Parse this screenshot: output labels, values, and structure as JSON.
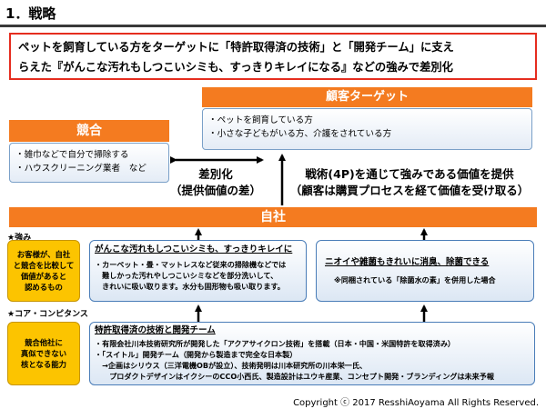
{
  "heading": "1．戦略",
  "summary": {
    "line1": "ペットを飼育している方をターゲットに「特許取得済の技術」と「開発チーム」に支え",
    "line2": "らえた『がんこな汚れもしつこいシミも、すっきりキレイになる』などの強みで差別化"
  },
  "target": {
    "title": "顧客ターゲット",
    "items": [
      "・ペットを飼育している方",
      "・小さな子どもがいる方、介護をされている方"
    ]
  },
  "competition": {
    "title": "競合",
    "items": [
      "・雑巾などで自分で掃除する",
      "・ハウスクリーニング業者　など"
    ]
  },
  "differentiation": {
    "line1": "差別化",
    "line2": "（提供価値の差）"
  },
  "value": {
    "line1": "戦術(4P)を通じて強みである価値を提供",
    "line2": "（顧客は購買プロセスを経て価値を受け取る）"
  },
  "self": {
    "title": "自社"
  },
  "strengths": {
    "label": "★強み",
    "side_note": [
      "お客様が、自社",
      "と競合を比較して",
      "価値があると",
      "認めるもの"
    ],
    "box1": {
      "title": "がんこな汚れもしつこいシミも、すっきりキレイに",
      "lines": [
        "・カーペット・畳・マットレスなど従来の掃除機などでは",
        "　難しかった汚れやしつこいシミなどを部分洗いして、",
        "　きれいに吸い取ります。水分も固形物も吸い取ります。"
      ]
    },
    "box2": {
      "title": "ニオイや雑菌もきれいに消臭、除菌できる",
      "lines": [
        "※同梱されている「除菌水の素」を併用した場合"
      ]
    }
  },
  "core": {
    "label": "★コア・コンピタンス",
    "side_note": [
      "競合他社に",
      "真似できない",
      "核となる能力"
    ],
    "box": {
      "title": "特許取得済の技術と開発チーム",
      "lines": [
        "・有限会社川本技術研究所が開発した「アクアサイクロン技術」を搭載（日本・中国・米国特許を取得済み）",
        "・「スイトル」開発チーム（開発から製造まで完全な日本製）",
        "　→企画はシリウス（三洋電機OBが設立）、技術発明は川本研究所の川本栄一氏、",
        "　　プロダクトデザインはイクシーのCCO小西氏、製造設計はユウキ産業、コンセプト開発・ブランディングは未来予報"
      ]
    }
  },
  "copyright": "Copyright  ⓒ 2017 ResshiAoyama All Rights Reserved.",
  "colors": {
    "accent_orange": "#f47b20",
    "summary_border": "#e52d1f",
    "note_yellow": "#fcc400",
    "box_border": "#4a7db8"
  }
}
